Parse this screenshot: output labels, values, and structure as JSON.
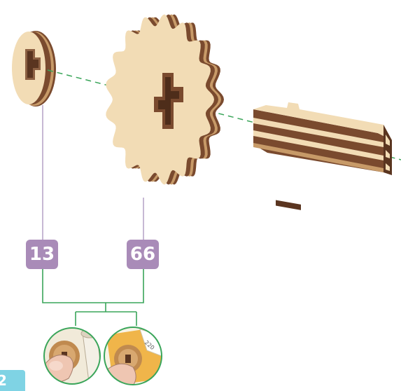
{
  "callouts": [
    {
      "part_number": "13",
      "part": "small-spacer-disc"
    },
    {
      "part_number": "66",
      "part": "large-gear"
    }
  ],
  "page_number": "2",
  "detail_label": "220",
  "colors": {
    "wood_light": "#f2dcb5",
    "wood_dark": "#7a4a2e",
    "badge": "#a98bb8",
    "leader_line": "#b9a6c9",
    "axis_dash": "#3aa55a",
    "detail_circle": "#3aa55a",
    "page_tab": "#7fd3e4"
  }
}
